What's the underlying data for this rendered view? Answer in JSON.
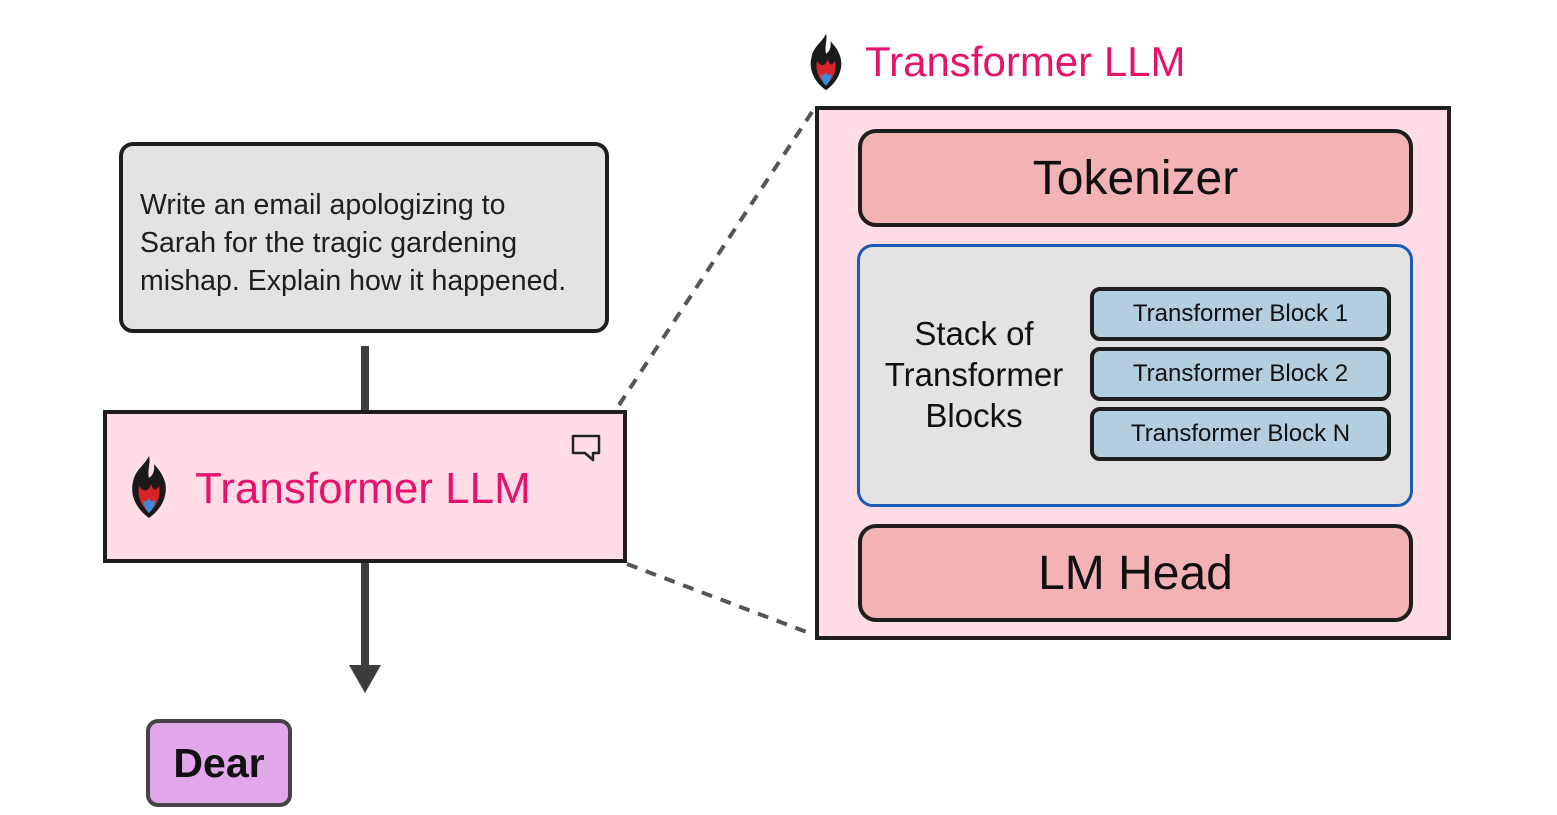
{
  "prompt": {
    "lines": [
      "Write an email apologizing to",
      "Sarah for the tragic gardening",
      "mishap. Explain how it happened."
    ]
  },
  "llm_box": {
    "title": "Transformer LLM",
    "logo_icon": "flame-logo-icon",
    "corner_icon": "chat-bubble-icon"
  },
  "output_token": "Dear",
  "expanded": {
    "title": "Transformer LLM",
    "tokenizer": "Tokenizer",
    "stack_label": [
      "Stack of",
      "Transformer",
      "Blocks"
    ],
    "blocks": [
      "Transformer Block 1",
      "Transformer Block 2",
      "Transformer Block N"
    ],
    "lm_head": "LM Head"
  },
  "colors": {
    "accent_pink_text": "#e5136b",
    "llm_bg": "#ffdce6",
    "pill_bg": "#f2b2b6",
    "block_bg": "#b3cede",
    "stack_border": "#1b5cb3",
    "prompt_bg": "#e3e3e3",
    "token_bg": "#e2a6ea"
  }
}
